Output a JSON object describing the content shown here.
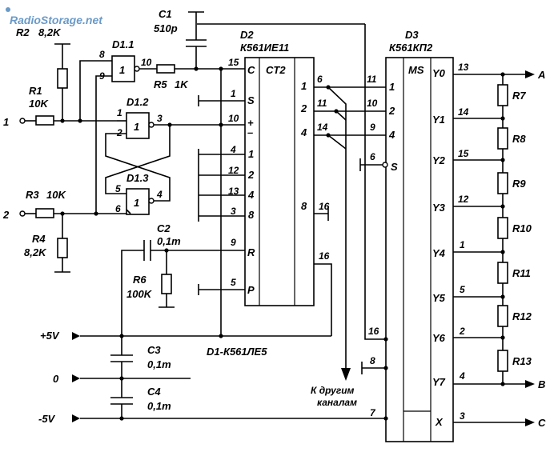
{
  "watermark": "RadioStorage.net",
  "footnote": "D1-К561ЛЕ5",
  "output_note": [
    "К другим",
    "каналам"
  ],
  "ports": {
    "in1": "1",
    "in2": "2",
    "A": "A",
    "B": "B",
    "C": "C",
    "plus5v": "+5V",
    "zero": "0",
    "minus5v": "-5V"
  },
  "resistors": {
    "R1": {
      "ref": "R1",
      "value": "10K"
    },
    "R2": {
      "ref": "R2",
      "value": "8,2K"
    },
    "R3": {
      "ref": "R3",
      "value": "10K"
    },
    "R4": {
      "ref": "R4",
      "value": "8,2K"
    },
    "R5": {
      "ref": "R5",
      "value": "1K"
    },
    "R6": {
      "ref": "R6",
      "value": "100K"
    },
    "R7": "R7",
    "R8": "R8",
    "R9": "R9",
    "R10": "R10",
    "R11": "R11",
    "R12": "R12",
    "R13": "R13"
  },
  "capacitors": {
    "C1": {
      "ref": "C1",
      "value": "510p"
    },
    "C2": {
      "ref": "C2",
      "value": "0,1m"
    },
    "C3": {
      "ref": "C3",
      "value": "0,1m"
    },
    "C4": {
      "ref": "C4",
      "value": "0,1m"
    }
  },
  "gates": {
    "D1_1": {
      "ref": "D1.1",
      "symbol": "1",
      "pins": [
        "8",
        "9",
        "10"
      ]
    },
    "D1_2": {
      "ref": "D1.2",
      "symbol": "1",
      "pins": [
        "1",
        "2",
        "3"
      ]
    },
    "D1_3": {
      "ref": "D1.3",
      "symbol": "1",
      "pins": [
        "5",
        "6",
        "4"
      ]
    }
  },
  "D2": {
    "ref": "D2",
    "part": "К561ИЕ11",
    "type": "CT2",
    "left_labels": [
      "C",
      "S",
      "+",
      "–",
      "1",
      "2",
      "4",
      "8",
      "R",
      "P"
    ],
    "left_pins": [
      "15",
      "1",
      "10",
      "4",
      "12",
      "13",
      "3",
      "9",
      "5"
    ],
    "right_labels": [
      "1",
      "2",
      "4",
      "8"
    ],
    "right_pins": [
      "6",
      "11",
      "14",
      "16"
    ]
  },
  "D3": {
    "ref": "D3",
    "part": "К561КП2",
    "type": "MS",
    "left_labels": [
      "1",
      "2",
      "4",
      "S"
    ],
    "left_pins": [
      "11",
      "10",
      "9",
      "6",
      "16",
      "8",
      "7"
    ],
    "right_labels": [
      "Y0",
      "Y1",
      "Y2",
      "Y3",
      "Y4",
      "Y5",
      "Y6",
      "Y7",
      "X"
    ],
    "right_pins": [
      "13",
      "14",
      "15",
      "12",
      "1",
      "5",
      "2",
      "4",
      "3"
    ]
  }
}
